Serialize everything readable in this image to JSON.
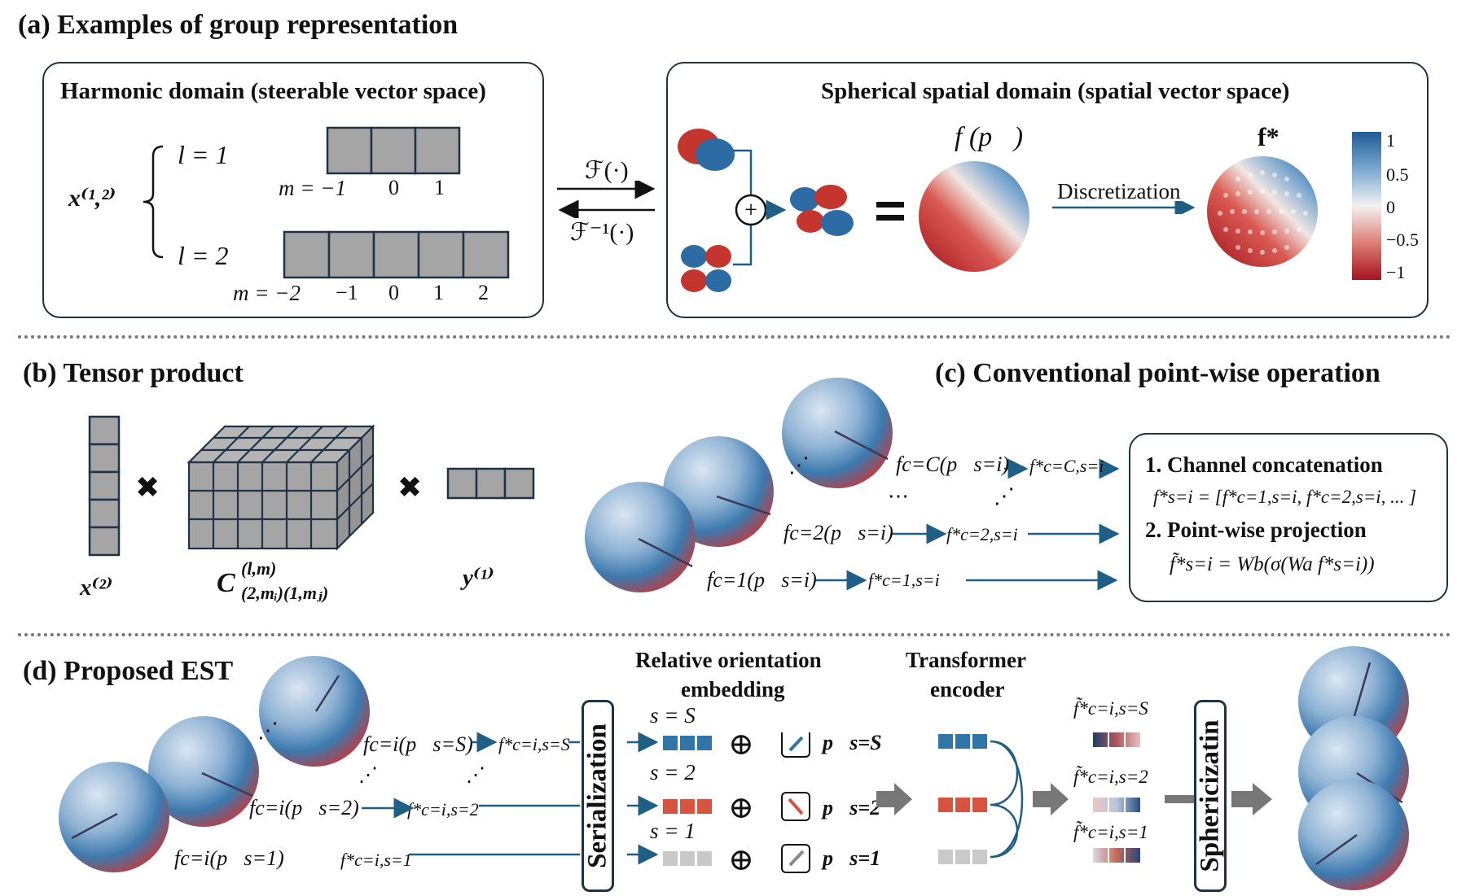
{
  "section_a": {
    "title": "(a) Examples of group representation",
    "left_box": {
      "title": "Harmonic domain (steerable vector space)",
      "x_label": "x⁽¹,²⁾",
      "l1_label": "l = 1",
      "l1_m": [
        "m = −1",
        "0",
        "1"
      ],
      "l2_label": "l = 2",
      "l2_m": [
        "m = −2",
        "−1",
        "0",
        "1",
        "2"
      ]
    },
    "arrows": {
      "forward": "ℱ(·)",
      "inverse": "ℱ⁻¹(·)"
    },
    "right_box": {
      "title": "Spherical spatial domain (spatial vector space)",
      "f_label": "f (p⃗)",
      "plus": "+",
      "equals": "=",
      "discretization": "Discretization",
      "f_star": "f*",
      "colorbar_ticks": [
        "1",
        "0.5",
        "0",
        "−0.5",
        "−1"
      ],
      "colors": {
        "high": "#1f5b96",
        "mid": "#f3f2f0",
        "low": "#a3121e"
      }
    }
  },
  "section_b": {
    "title": "(b) Tensor product",
    "x2": "x⁽²⁾",
    "c_main": "C",
    "c_sup": "(l,m)",
    "c_sub": "(2,mᵢ)(1,mⱼ)",
    "y1": "y⁽¹⁾",
    "times": "✖"
  },
  "section_c": {
    "title": "(c) Conventional point-wise operation",
    "f_c_C": "fc=C(p⃗s=i)",
    "f_c_2": "fc=2(p⃗s=i)",
    "f_c_1": "fc=1(p⃗s=i)",
    "fs_C": "f*c=C,s=i",
    "fs_2": "f*c=2,s=i",
    "fs_1": "f*c=1,s=i",
    "box": {
      "item1": "1.   Channel concatenation",
      "eq1": "f*s=i = [f*c=1,s=i, f*c=2,s=i, ... ]",
      "item2": "2.   Point-wise projection",
      "eq2": "f̃*s=i = Wb(σ(Wa f*s=i))"
    }
  },
  "section_d": {
    "title": "(d) Proposed EST",
    "f_S": "fc=i(p⃗s=S)",
    "f_2": "fc=i(p⃗s=2)",
    "f_1": "fc=i(p⃗s=1)",
    "fs_S": "f*c=i,s=S",
    "fs_2": "f*c=i,s=2",
    "fs_1": "f*c=i,s=1",
    "serialization": "Serialization",
    "roe_title_1": "Relative orientation",
    "roe_title_2": "embedding",
    "s_S": "s = S",
    "s_2": "s = 2",
    "s_1": "s = 1",
    "oplus": "⊕",
    "p_S": "p⃗s=S",
    "p_2": "p⃗s=2",
    "p_1": "p⃗s=1",
    "transformer_1": "Transformer",
    "transformer_2": "encoder",
    "out_S": "f̃*c=i,s=S",
    "out_2": "f̃*c=i,s=2",
    "out_1": "f̃*c=i,s=1",
    "sphericization": "Sphericizatin",
    "token_colors": {
      "blue": "#2f75a8",
      "red": "#d6533f",
      "gray": "#c9c9c9"
    }
  }
}
